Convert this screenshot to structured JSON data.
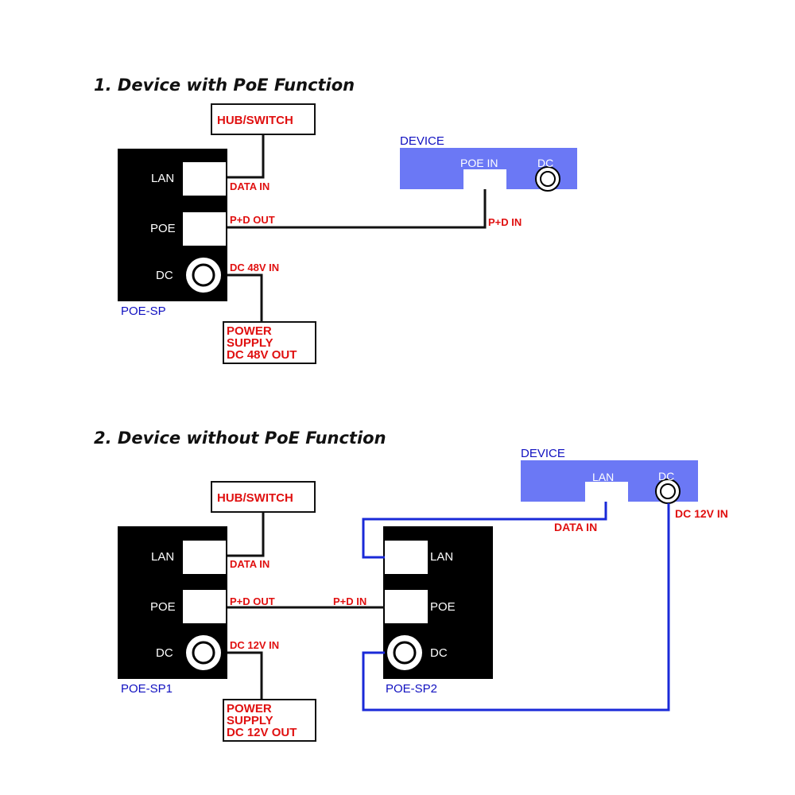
{
  "section1": {
    "title": "1. Device with PoE Function",
    "hub_label": "HUB/SWITCH",
    "injector": {
      "name": "POE-SP",
      "lan": "LAN",
      "poe": "POE",
      "dc": "DC"
    },
    "device": {
      "title": "DEVICE",
      "poe_in": "POE IN",
      "dc": "DC"
    },
    "wire_labels": {
      "data_in": "DATA IN",
      "pd_out": "P+D OUT",
      "dc_in": "DC 48V IN",
      "pd_in": "P+D IN"
    },
    "power_supply": [
      "POWER",
      "SUPPLY",
      "DC 48V OUT"
    ]
  },
  "section2": {
    "title": "2. Device without PoE Function",
    "hub_label": "HUB/SWITCH",
    "injector": {
      "name": "POE-SP1",
      "lan": "LAN",
      "poe": "POE",
      "dc": "DC"
    },
    "splitter": {
      "name": "POE-SP2",
      "lan": "LAN",
      "poe": "POE",
      "dc": "DC"
    },
    "device": {
      "title": "DEVICE",
      "lan": "LAN",
      "dc": "DC"
    },
    "wire_labels": {
      "data_in": "DATA IN",
      "pd_out": "P+D OUT",
      "dc_in": "DC 12V IN",
      "pd_in": "P+D IN",
      "device_data_in": "DATA IN",
      "device_dc_in": "DC 12V IN"
    },
    "power_supply": [
      "POWER",
      "SUPPLY",
      "DC 12V OUT"
    ]
  },
  "colors": {
    "wire": "#111111",
    "blue_wire": "#1a2ad8",
    "device_fill": "#6b78f5",
    "red_text": "#e01010",
    "blue_text": "#1010c0"
  }
}
